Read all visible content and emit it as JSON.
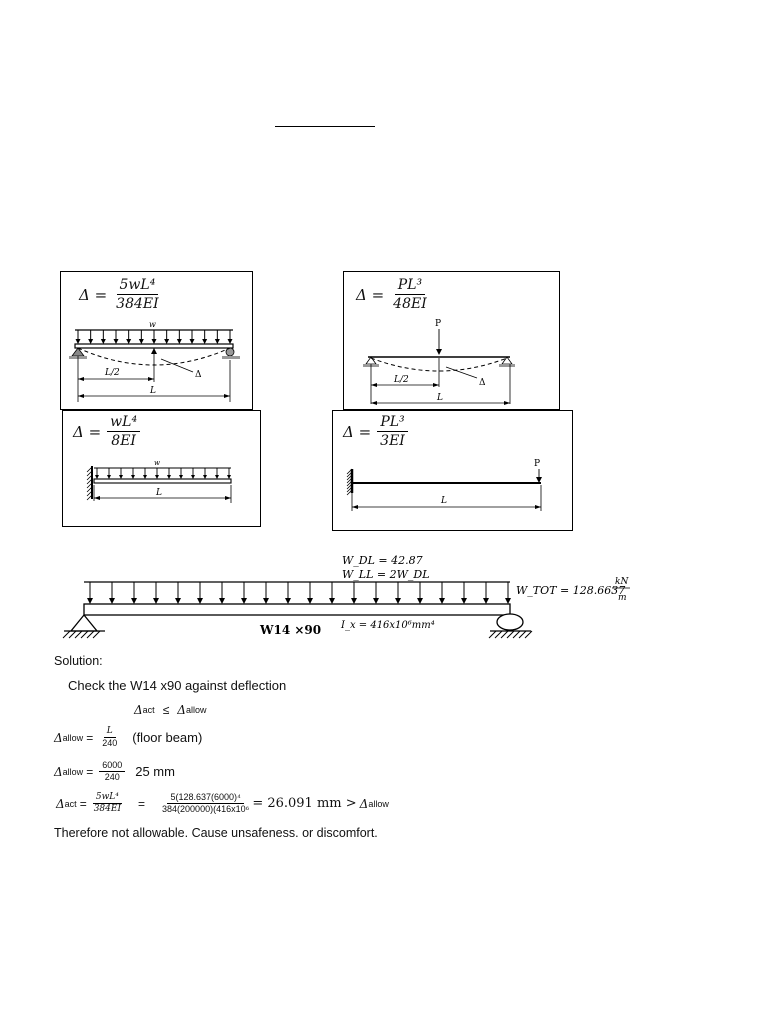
{
  "cases": [
    {
      "lhs": "Δ =",
      "num": "5wL⁴",
      "den": "384EI",
      "load_label": "w",
      "half_label": "L/2",
      "span_label": "L",
      "defl_label": "Δ"
    },
    {
      "lhs": "Δ =",
      "num": "PL³",
      "den": "48EI",
      "load_label": "P",
      "half_label": "L/2",
      "span_label": "L",
      "defl_label": "Δ"
    },
    {
      "lhs": "Δ =",
      "num": "wL⁴",
      "den": "8EI",
      "load_label": "w",
      "span_label": "L"
    },
    {
      "lhs": "Δ =",
      "num": "PL³",
      "den": "3EI",
      "load_label": "P",
      "span_label": "L"
    }
  ],
  "main_beam": {
    "w_dl": "W_DL = 42.87",
    "w_ll": "W_LL = 2W_DL",
    "w_tot_prefix": "W_TOT = 128.6637",
    "w_tot_unit_num": "kN",
    "w_tot_unit_den": "m",
    "section": "W14 ×90",
    "inertia": "I_x = 416x10⁶mm⁴"
  },
  "solution": {
    "heading": "Solution:",
    "check": "Check the W14 x90 against deflection",
    "cond_act": "Δ",
    "cond_act_sub": "act",
    "cond_op": "≤",
    "cond_allow": "Δ",
    "cond_allow_sub": "allow",
    "allow1_lhs": "Δ",
    "allow1_sub": "allow",
    "allow1_eq": "=",
    "allow1_num": "L",
    "allow1_den": "240",
    "allow1_note": "(floor beam)",
    "allow2_lhs": "Δ",
    "allow2_sub": "allow",
    "allow2_eq": "=",
    "allow2_num": "6000",
    "allow2_den": "240",
    "allow2_result": "25 mm",
    "act_lhs": "Δ",
    "act_sub": "act",
    "act_eq": "=",
    "act_num1": "5wL⁴",
    "act_den1": "384EI",
    "act_eq2": "=",
    "act_num2": "5(128.637(6000)⁴",
    "act_den2": "384(200000)(416x10⁶",
    "act_result": "= 26.091 mm > ",
    "act_cmp": "Δ",
    "act_cmp_sub": "allow",
    "conclusion": "Therefore   not allowable.  Cause  unsafeness.  or discomfort."
  }
}
